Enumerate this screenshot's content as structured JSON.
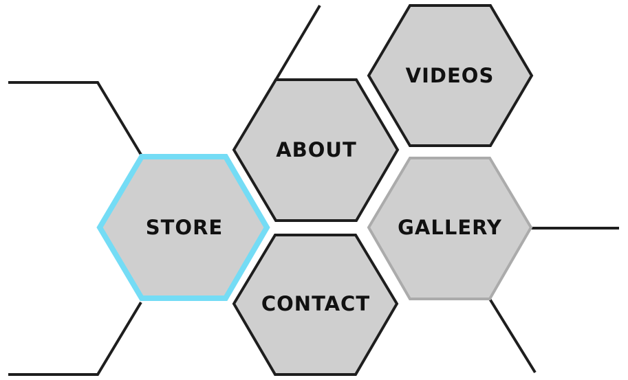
{
  "menu": {
    "items": [
      {
        "id": "store",
        "label": "STORE",
        "state": "active"
      },
      {
        "id": "about",
        "label": "ABOUT",
        "state": "default"
      },
      {
        "id": "contact",
        "label": "CONTACT",
        "state": "default"
      },
      {
        "id": "videos",
        "label": "VIDEOS",
        "state": "default"
      },
      {
        "id": "gallery",
        "label": "GALLERY",
        "state": "hover"
      }
    ]
  },
  "colors": {
    "hex_fill": "#cfcfcf",
    "default_border": "#1e1e1e",
    "active_border": "#74dcf5",
    "hover_border": "#ababab"
  }
}
